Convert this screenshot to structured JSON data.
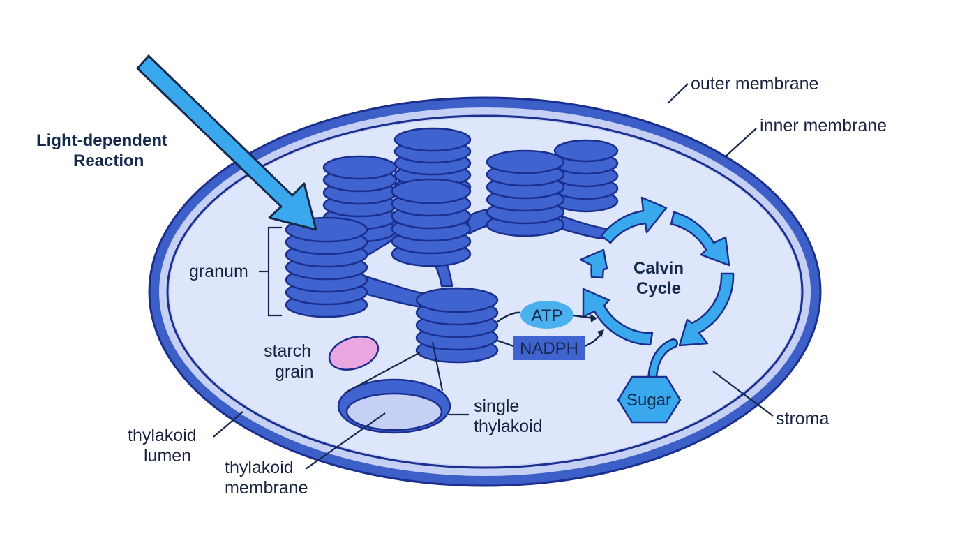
{
  "labels": {
    "light_reaction_line1": "Light-dependent",
    "light_reaction_line2": "Reaction",
    "outer_membrane": "outer membrane",
    "inner_membrane": "inner membrane",
    "granum": "granum",
    "starch_line1": "starch",
    "starch_line2": "grain",
    "calvin_line1": "Calvin",
    "calvin_line2": "Cycle",
    "atp": "ATP",
    "nadph": "NADPH",
    "sugar": "Sugar",
    "stroma": "stroma",
    "single_line1": "single",
    "single_line2": "thylakoid",
    "lumen_line1": "thylakoid",
    "lumen_line2": "lumen",
    "membrane_line1": "thylakoid",
    "membrane_line2": "membrane"
  },
  "colors": {
    "outer_membrane": "#3d5fc8",
    "inner_membrane": "#c6d0f5",
    "stroma": "#dee6fb",
    "thylakoid": "#3f63cf",
    "thylakoid_outline": "#1b2f8e",
    "cycle_arrow": "#3aa8ec",
    "light_arrow": "#3aa8ec",
    "starch": "#e9a6e0",
    "atp_badge": "#4ab1ee",
    "nadph_badge": "#3f63cf",
    "sugar_badge": "#3aa8ec",
    "text": "#15294d"
  },
  "icons": {
    "light_arrow": "light-arrow-icon",
    "cycle_arrows": "cycle-arrow-icon",
    "sugar_shape": "hexagon-icon"
  }
}
